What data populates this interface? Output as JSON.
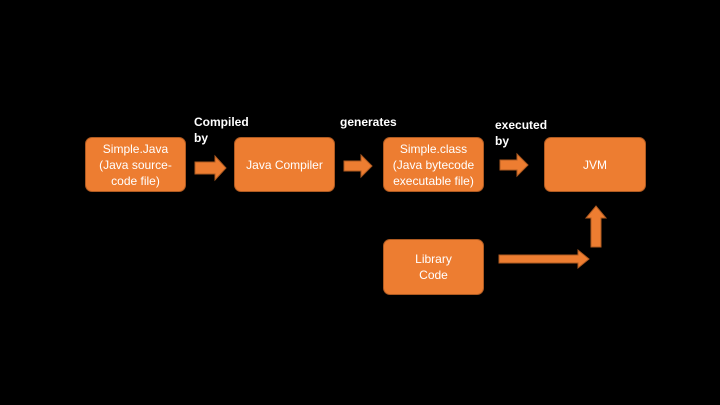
{
  "colors": {
    "background": "#000000",
    "node_fill": "#ED7D31",
    "node_border": "#AE5A21",
    "arrow_fill": "#ED7D31",
    "arrow_stroke": "#AE5A21",
    "text": "#FFFFFF"
  },
  "nodes": {
    "source_file": "Simple.Java\n(Java source-\ncode file)",
    "compiler": "Java Compiler",
    "class_file": "Simple.class\n(Java bytecode\nexecutable file)",
    "jvm": "JVM",
    "library": "Library\nCode"
  },
  "edge_labels": {
    "compiled_by": "Compiled\nby",
    "generates": "generates",
    "executed_by": "executed\nby"
  }
}
